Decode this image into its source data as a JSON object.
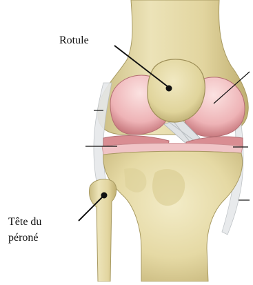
{
  "labels": {
    "patella": "Rotule",
    "fibula_head_line1": "Tête du",
    "fibula_head_line2": "péroné"
  },
  "colors": {
    "bone": "#e8ddab",
    "bone_shadow": "#cbbd82",
    "cartilage": "#f2c2c4",
    "cartilage_dark": "#c9787c",
    "meniscus": "#d98d92",
    "ligament": "#dfe3e6",
    "pointer": "#111111"
  }
}
